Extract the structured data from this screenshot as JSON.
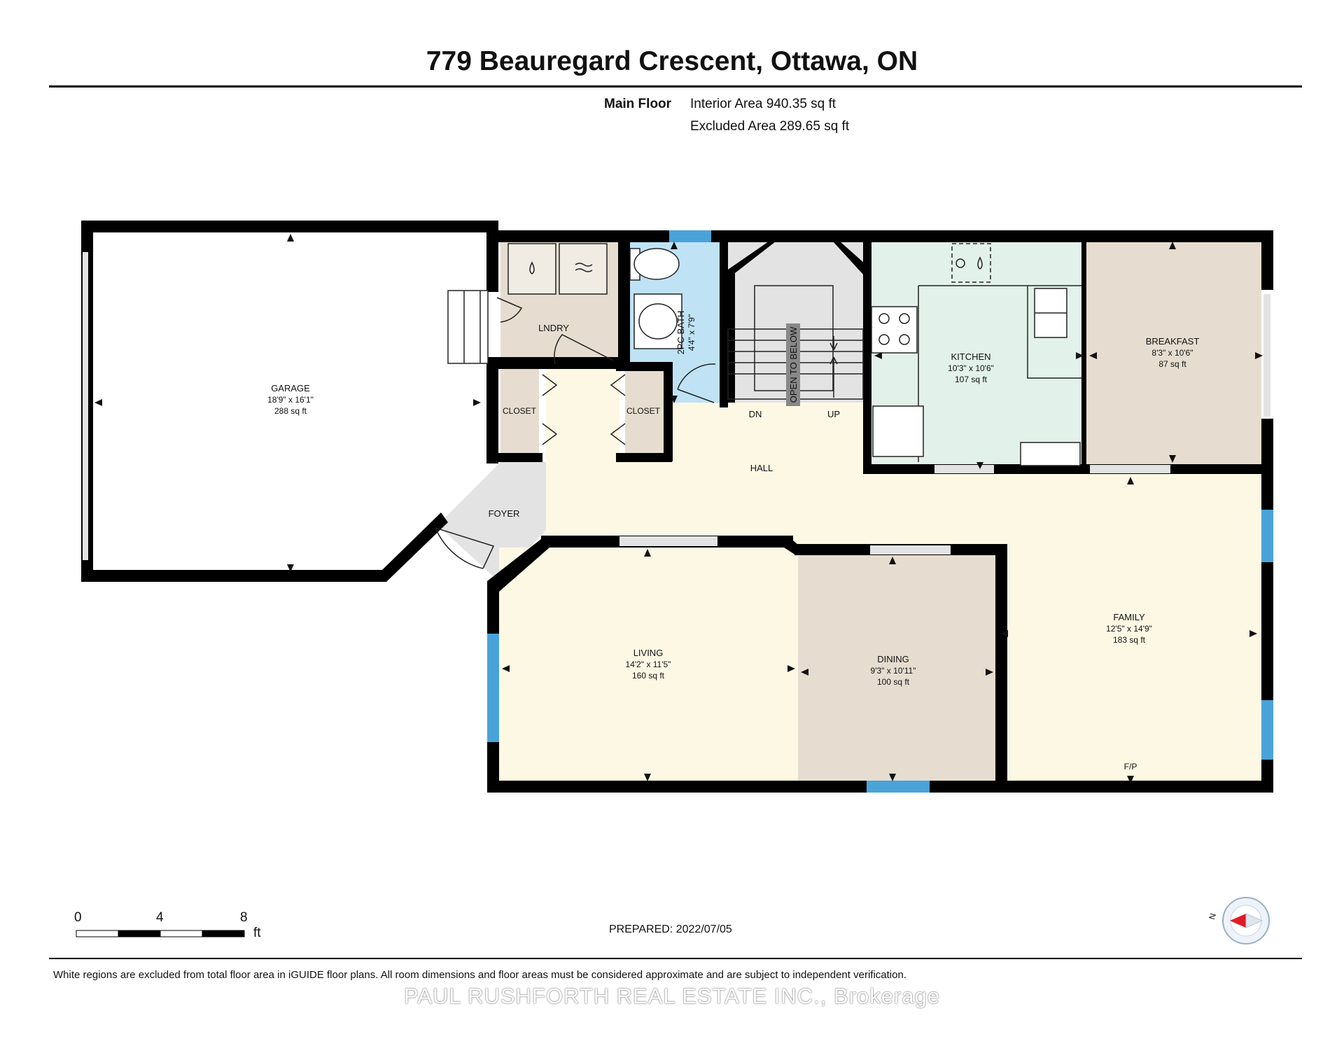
{
  "title": "779 Beauregard Crescent, Ottawa, ON",
  "floor": {
    "name": "Main Floor",
    "interior_area": "Interior Area 940.35 sq ft",
    "excluded_area": "Excluded Area 289.65 sq ft"
  },
  "rooms": {
    "garage": {
      "name": "GARAGE",
      "dims": "18'9\" x 16'1\"",
      "area": "288 sq ft"
    },
    "laundry": {
      "name": "LNDRY"
    },
    "bath": {
      "name": "2PC BATH",
      "dims": "4'4\" x 7'9\""
    },
    "closet_left": {
      "name": "CLOSET"
    },
    "closet_right": {
      "name": "CLOSET"
    },
    "stairs": {
      "open_label": "OPEN TO BELOW",
      "down": "DN",
      "up": "UP"
    },
    "kitchen": {
      "name": "KITCHEN",
      "dims": "10'3\" x 10'6\"",
      "area": "107 sq ft"
    },
    "breakfast": {
      "name": "BREAKFAST",
      "dims": "8'3\" x 10'6\"",
      "area": "87 sq ft"
    },
    "hall": {
      "name": "HALL"
    },
    "foyer": {
      "name": "FOYER"
    },
    "living": {
      "name": "LIVING",
      "dims": "14'2\" x 11'5\"",
      "area": "160 sq ft"
    },
    "dining": {
      "name": "DINING",
      "dims": "9'3\" x 10'11\"",
      "area": "100 sq ft"
    },
    "family": {
      "name": "FAMILY",
      "dims": "12'5\" x 14'9\"",
      "area": "183 sq ft",
      "fireplace": "F/P"
    }
  },
  "scale": {
    "ticks": [
      "0",
      "4",
      "8"
    ],
    "unit": "ft"
  },
  "compass": {
    "label": "N"
  },
  "prepared": "PREPARED: 2022/07/05",
  "disclaimer": "White regions are excluded from total floor area in iGUIDE floor plans. All room dimensions and floor areas must be considered approximate and are subject to independent verification.",
  "brokerage": "PAUL RUSHFORTH REAL ESTATE INC., Brokerage",
  "colors": {
    "wall": "#000000",
    "window": "#4aa3d8",
    "bath": "#bfe2f5",
    "kitchen": "#e2f1ea",
    "beige": "#e6ddd0",
    "cream": "#fdf8e4",
    "stair_gray": "#e3e3e3"
  }
}
